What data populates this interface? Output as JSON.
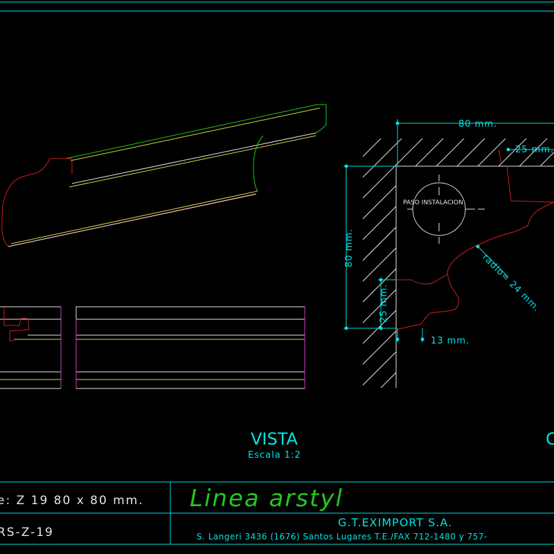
{
  "drawing": {
    "view": {
      "title": "VISTA",
      "scale": "Escala 1:2",
      "cut_title_partial": "C"
    },
    "section": {
      "dim_width": "80 mm.",
      "dim_height": "80 mm.",
      "dim_top_offset": "25 mm.",
      "dim_left_offset": "25 mm.",
      "dim_bottom": "13 mm.",
      "radius": "radio= 24 mm.",
      "mount_label": "PASO INSTALACION"
    },
    "titleblock": {
      "model": "e: Z 19 80 x 80 mm.",
      "code": "RS-Z-19",
      "line": "Linea arstyl",
      "company": "G.T.EXIMPORT S.A.",
      "address": "S. Langeri 3436 (1676) Santos Lugares T.E./FAX 712-1480 y 757-"
    }
  },
  "colors": {
    "cyan": "#00e5e5",
    "green": "#21c821",
    "red": "#d02020",
    "yellow": "#d8d84a",
    "white": "#e6e6e6",
    "magenta": "#d040d0"
  }
}
